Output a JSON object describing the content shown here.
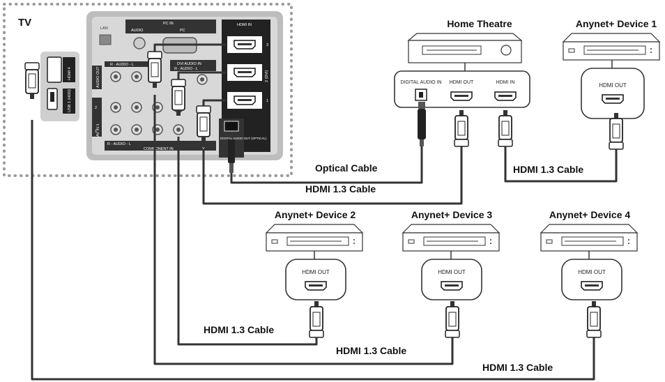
{
  "tv": {
    "label": "TV",
    "ports": {
      "lan": "LAN",
      "pc_in": "PC IN",
      "audio": "AUDIO",
      "pc": "PC",
      "hdmi_in": "HDMI IN",
      "dvi_audio_in": "DVI AUDIO IN",
      "r_audio_l": "R - AUDIO - L",
      "audio_out": "AUDIO OUT",
      "av_in": "AV IN 1",
      "component_in": "COMPONENT IN",
      "hdmi1": "1",
      "hdmi2": "2 (DVI)",
      "hdmi3": "3",
      "num2": "2",
      "num1": "1",
      "y": "Y",
      "optical": "DIGITAL AUDIO OUT (OPTICAL)",
      "hdmi4": "HDMI 4",
      "usb": "USB 1 (HDD)"
    }
  },
  "devices": {
    "home_theatre": {
      "label": "Home Theatre",
      "ports": {
        "digital_audio_in": "DIGITAL AUDIO IN",
        "hdmi_out": "HDMI OUT",
        "hdmi_in": "HDMI IN"
      }
    },
    "anynet1": {
      "label": "Anynet+ Device 1",
      "port": "HDMI OUT"
    },
    "anynet2": {
      "label": "Anynet+ Device 2",
      "port": "HDMI OUT"
    },
    "anynet3": {
      "label": "Anynet+ Device 3",
      "port": "HDMI OUT"
    },
    "anynet4": {
      "label": "Anynet+ Device 4",
      "port": "HDMI OUT"
    }
  },
  "cables": {
    "optical": "Optical Cable",
    "ht_out": "HDMI 1.3 Cable",
    "ht_in": "HDMI 1.3 Cable",
    "dev2": "HDMI 1.3 Cable",
    "dev3": "HDMI 1.3 Cable",
    "dev4": "HDMI 1.3 Cable"
  }
}
